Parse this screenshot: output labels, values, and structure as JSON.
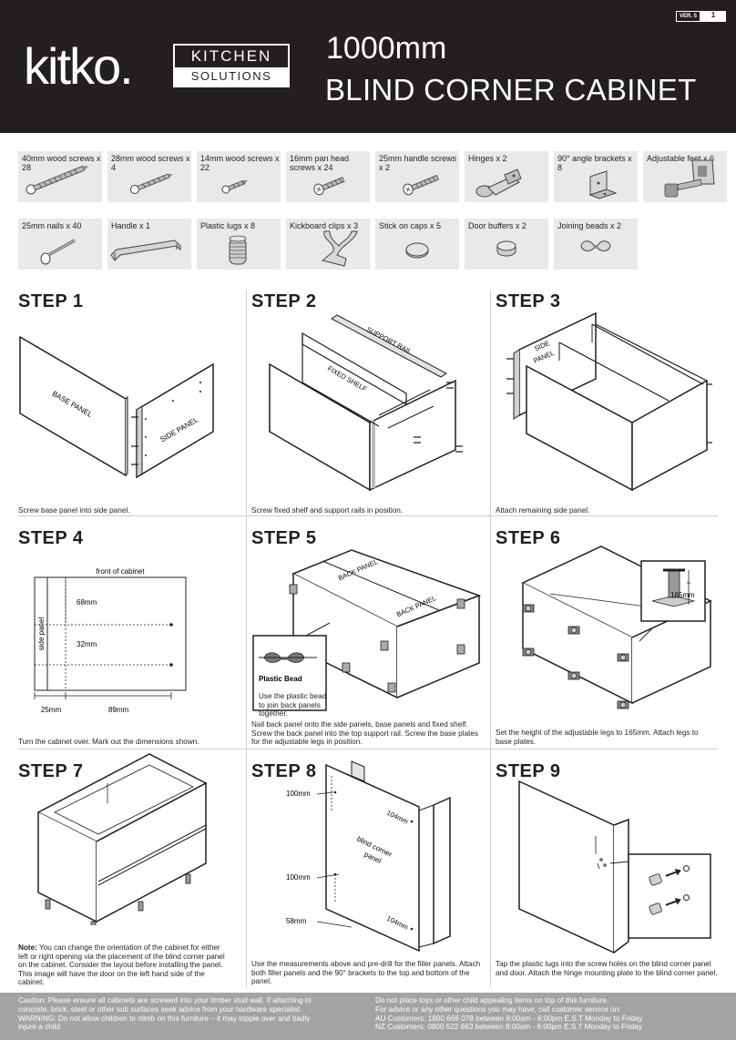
{
  "header": {
    "version_label": "VER. 5",
    "version_number": "1",
    "logo": "kitko.",
    "brand_top": "KITCHEN",
    "brand_bottom": "SOLUTIONS",
    "title_line1": "1000mm",
    "title_line2": "BLIND CORNER CABINET"
  },
  "parts": [
    {
      "label": "40mm wood screws x 28",
      "icon": "wood-screw-icon"
    },
    {
      "label": "28mm wood screws x 4",
      "icon": "wood-screw-icon"
    },
    {
      "label": "14mm wood screws x 22",
      "icon": "wood-screw-icon"
    },
    {
      "label": "16mm pan head screws x 24",
      "icon": "pan-head-screw-icon"
    },
    {
      "label": "25mm handle screws x 2",
      "icon": "handle-screw-icon"
    },
    {
      "label": "Hinges x 2",
      "icon": "hinge-icon"
    },
    {
      "label": "90° angle brackets x 8",
      "icon": "angle-bracket-icon"
    },
    {
      "label": "Adjustable feet x 6",
      "icon": "adjustable-foot-icon"
    },
    {
      "label": "25mm nails x 40",
      "icon": "nail-icon"
    },
    {
      "label": "Handle x 1",
      "icon": "handle-icon"
    },
    {
      "label": "Plastic lugs x 8",
      "icon": "plastic-lug-icon"
    },
    {
      "label": "Kickboard clips x 3",
      "icon": "kickboard-clip-icon"
    },
    {
      "label": "Stick on caps x 5",
      "icon": "stick-on-cap-icon"
    },
    {
      "label": "Door buffers x 2",
      "icon": "door-buffer-icon"
    },
    {
      "label": "Joining beads x 2",
      "icon": "joining-bead-icon"
    }
  ],
  "steps": {
    "s1": {
      "title": "STEP 1",
      "caption": "Screw base panel into side panel.",
      "label_base": "BASE PANEL",
      "label_side": "SIDE PANEL"
    },
    "s2": {
      "title": "STEP 2",
      "caption": "Screw fixed shelf and support rails in position.",
      "label_rail": "SUPPORT RAIL",
      "label_shelf": "FIXED SHELF"
    },
    "s3": {
      "title": "STEP 3",
      "caption": "Attach remaining side panel.",
      "label_side1": "SIDE",
      "label_side2": "PANEL"
    },
    "s4": {
      "title": "STEP 4",
      "caption": "Turn the cabinet over. Mark out the dimensions shown.",
      "front": "front of cabinet",
      "side": "side panel",
      "d68": "68mm",
      "d32": "32mm",
      "d25": "25mm",
      "d89": "89mm"
    },
    "s5": {
      "title": "STEP 5",
      "caption": "Nail back panel onto the side panels, base panels and fixed shelf. Screw the back panel into the top support rail. Screw the base plates for the adjustable legs in position.",
      "back1": "BACK PANEL",
      "back2": "BACK PANEL",
      "bead_title": "Plastic Bead",
      "bead_text": "Use the plastic bead to join back panels together."
    },
    "s6": {
      "title": "STEP 6",
      "caption": "Set the height of the adjustable legs to 165mm. Attach legs to base plates.",
      "d165": "165mm"
    },
    "s7": {
      "title": "STEP 7",
      "note_label": "Note:",
      "note_text": " You can change the orientation of the cabinet for either left or right opening via the placement of the blind corner panel on the cabinet. Consider the layout before installing the panel. This image will have the door on the left hand side of the cabinet."
    },
    "s8": {
      "title": "STEP 8",
      "caption": "Use the measurements above and pre-drill for the filler panels. Attach both filler panels and the 90° brackets to the top and bottom of the panel.",
      "d100a": "100mm",
      "d100b": "100mm",
      "d58": "58mm",
      "d104a": "104mm",
      "d104b": "104mm",
      "blind1": "blind corner",
      "blind2": "panel"
    },
    "s9": {
      "title": "STEP 9",
      "caption": "Tap the plastic lugs into the screw holes on the blind corner panel and door. Attach the hinge mounting plate to the blind corner panel."
    }
  },
  "footer": {
    "left": "Caution: Please ensure all cabinets are screwed into your timber stud wall. If attaching to concrete, brick, steel or other sub surfaces seek advice from your hardware specialist. WARNING: Do not allow children to climb on this furniture – it may topple over and badly injure a child.",
    "right_1": "Do not place toys or other child appealing items on top of this furniture.",
    "right_2": "For advice or any other questions you may have, call customer service on:",
    "right_3": "AU Customers: 1800 666 078 between 8:00am - 6:00pm E.S.T Monday to Friday",
    "right_4": "NZ Customers: 0800 522 663 between 8:00am - 6:00pm E.S.T Monday to Friday"
  },
  "colors": {
    "header_bg": "#231f20",
    "parts_bg": "#e9e9e9",
    "footer_bg": "#a3a3a3"
  }
}
